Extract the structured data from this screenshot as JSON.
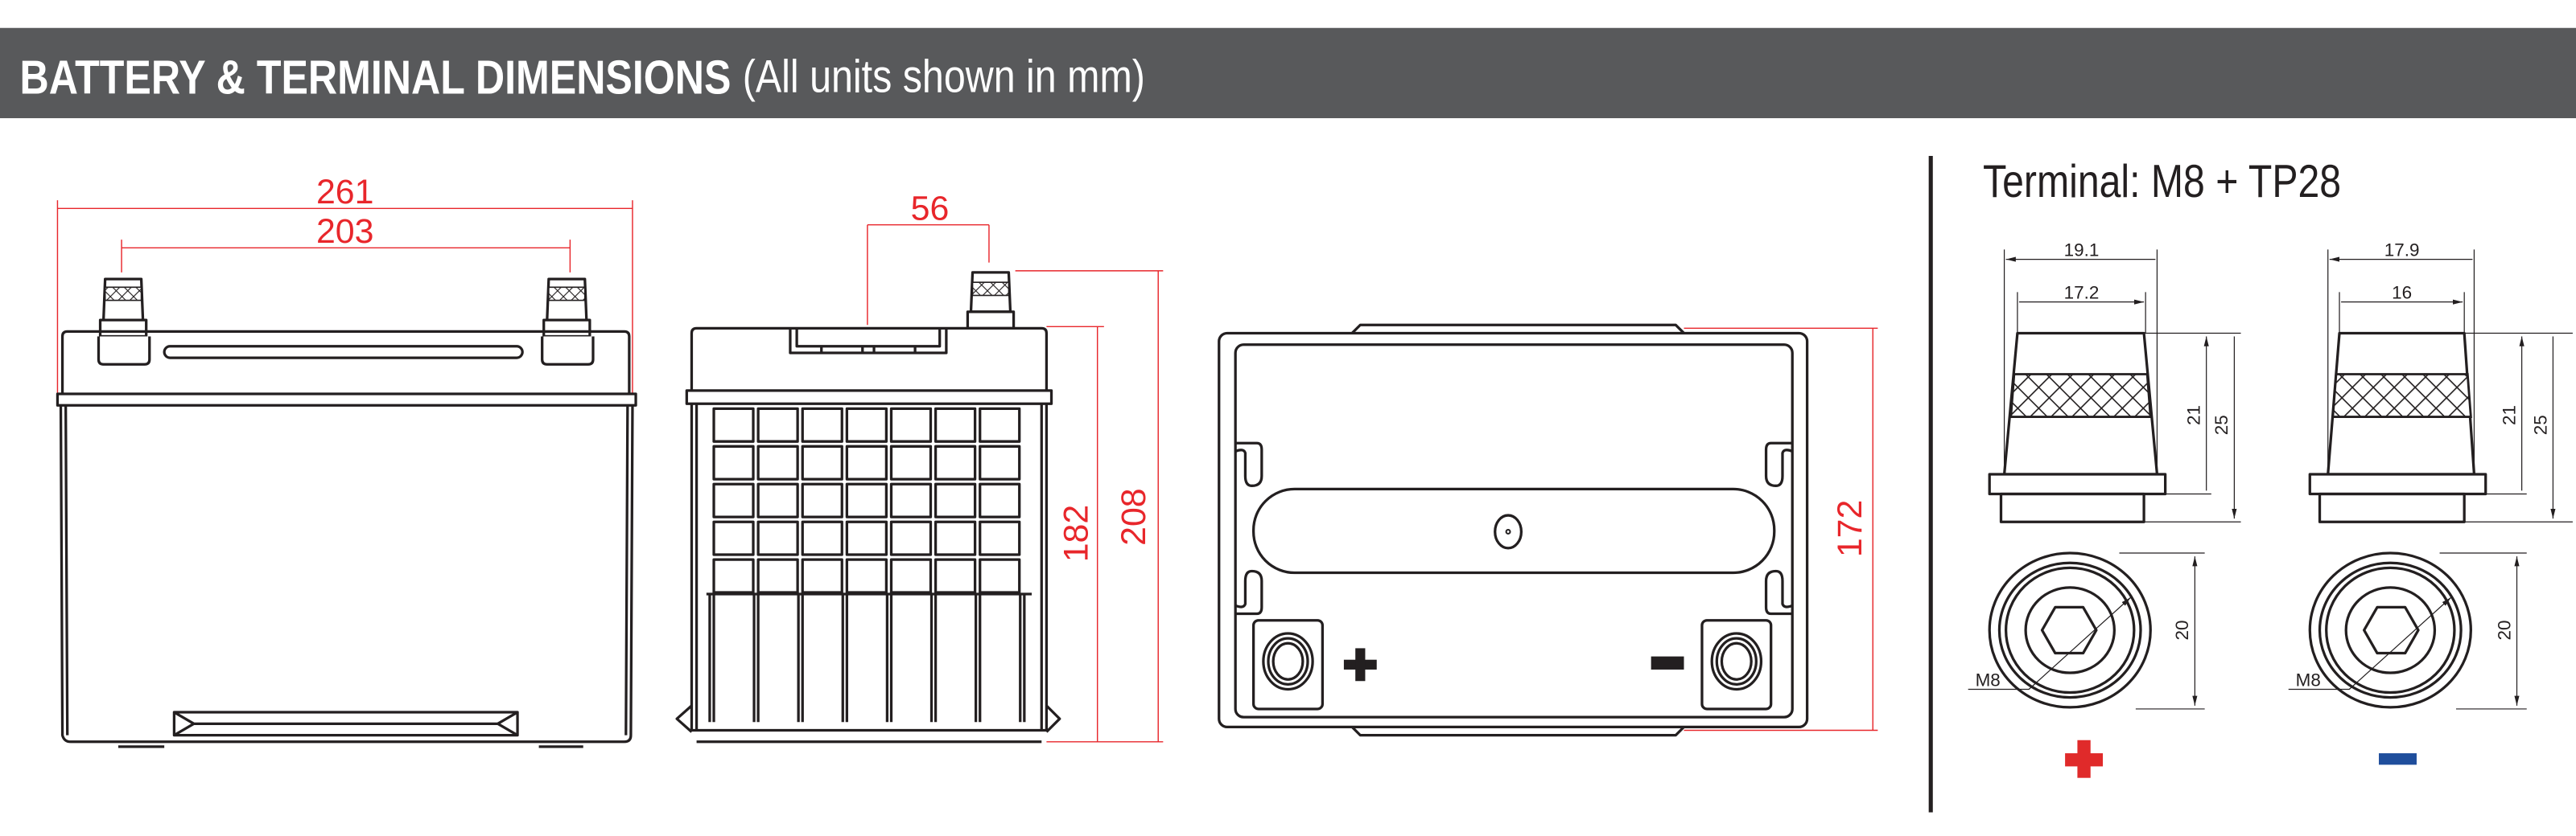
{
  "header": {
    "title": "BATTERY & TERMINAL DIMENSIONS",
    "subtitle": "(All units shown in mm)"
  },
  "front_view": {
    "overall_length": "261",
    "terminal_spacing": "203"
  },
  "side_view": {
    "terminal_offset": "56",
    "case_height": "182",
    "total_height": "208"
  },
  "top_view": {
    "width": "172"
  },
  "terminal": {
    "title": "Terminal: M8 + TP28",
    "positive": {
      "outer_diameter": "19.1",
      "top_diameter": "17.2",
      "cone_height": "21",
      "total_height": "25",
      "base_diameter": "20",
      "thread": "M8"
    },
    "negative": {
      "outer_diameter": "17.9",
      "top_diameter": "16",
      "cone_height": "21",
      "total_height": "25",
      "base_diameter": "20",
      "thread": "M8"
    }
  },
  "colors": {
    "header_bg": "#58595b",
    "dimension_red": "#e8262b",
    "line": "#231f20",
    "positive": "#e02a2a",
    "negative": "#1f4e9c"
  }
}
